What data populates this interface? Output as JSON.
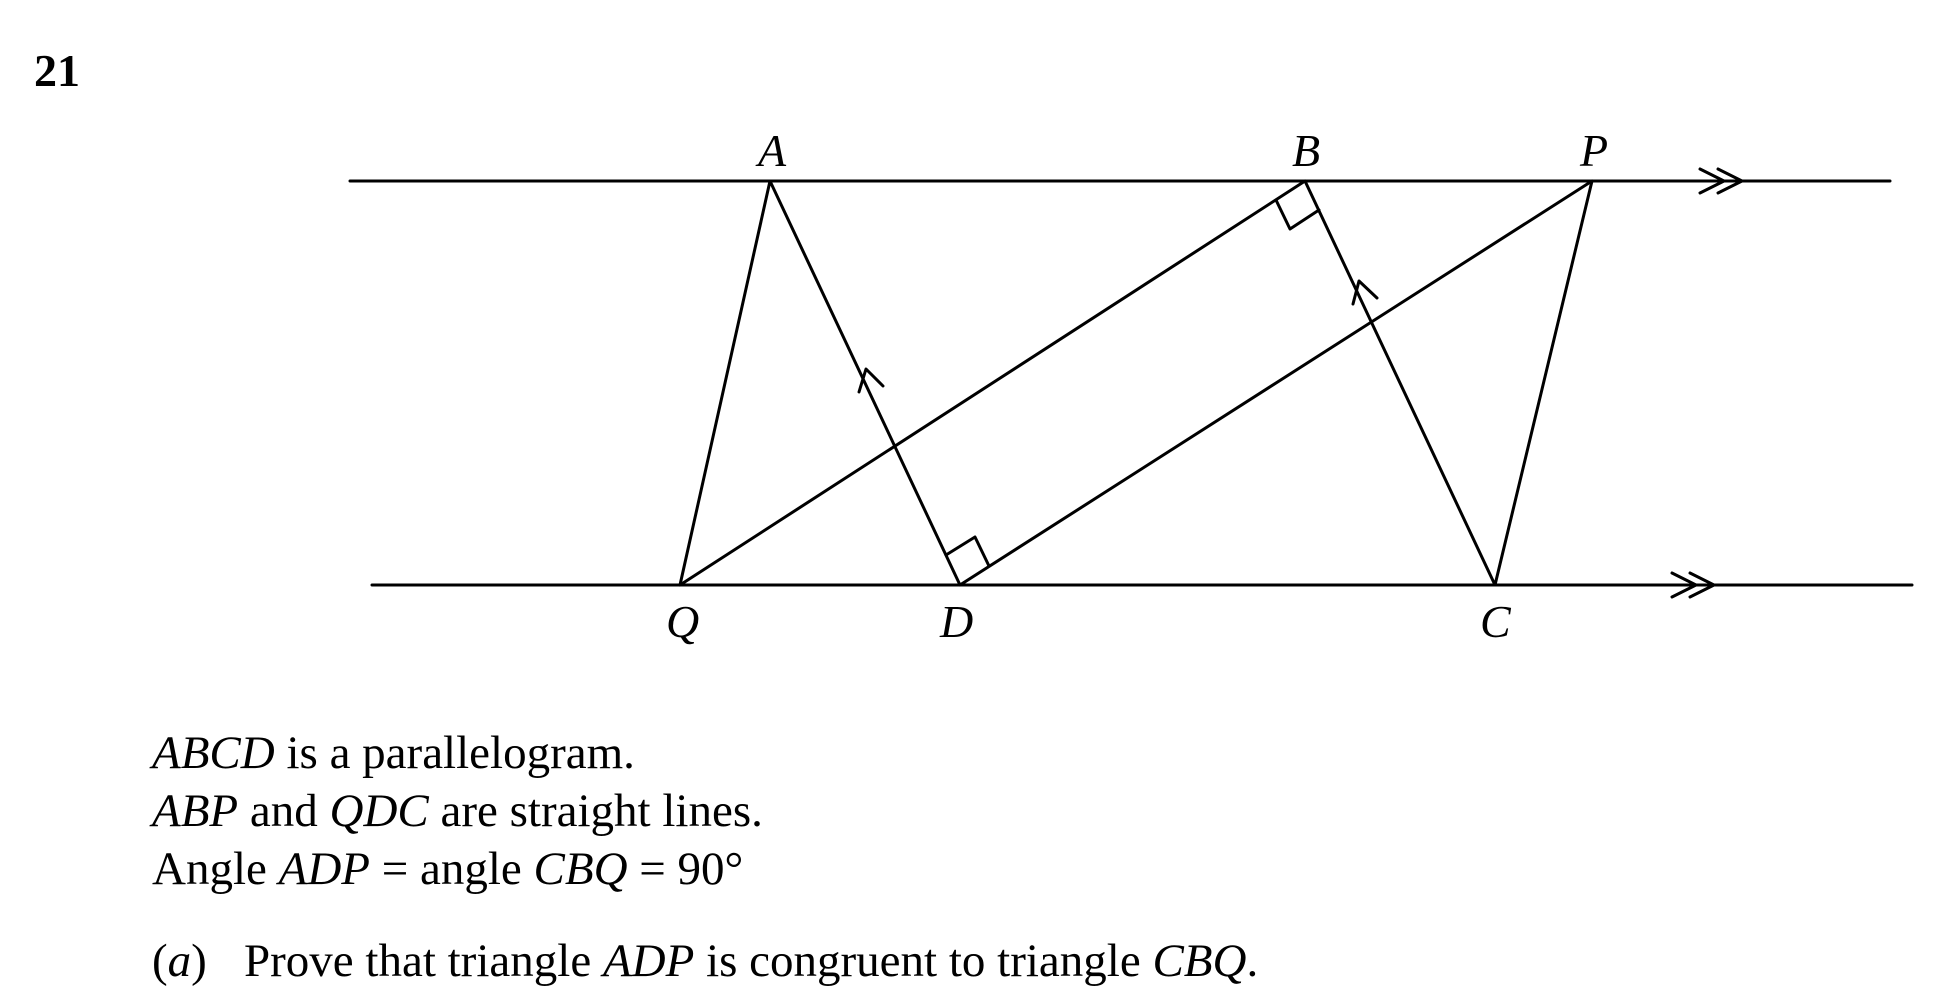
{
  "question_number": "21",
  "diagram": {
    "points": {
      "A": "A",
      "B": "B",
      "P": "P",
      "Q": "Q",
      "D": "D",
      "C": "C"
    }
  },
  "statements": {
    "line1": {
      "math": "ABCD",
      "text": " is a parallelogram."
    },
    "line2": {
      "math1": "ABP",
      "mid": " and ",
      "math2": "QDC",
      "text": " are straight lines."
    },
    "line3": {
      "prefix": "Angle ",
      "math1": "ADP",
      "mid": " = angle ",
      "math2": "CBQ",
      "suffix": " = 90°"
    }
  },
  "part_a": {
    "label_open": "(",
    "label_letter": "a",
    "label_close": ")",
    "text1": "Prove that triangle ",
    "math1": "ADP",
    "text2": " is congruent to triangle ",
    "math2": "CBQ",
    "text3": "."
  }
}
